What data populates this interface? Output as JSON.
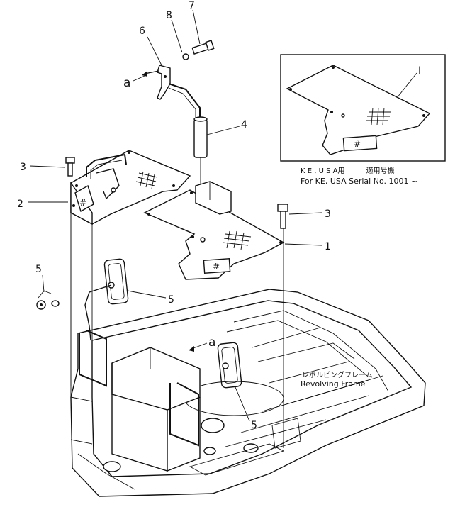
{
  "callouts": {
    "c1": "1",
    "c2": "2",
    "c3a": "3",
    "c3b": "3",
    "c4": "4",
    "c5a": "5",
    "c5b": "5",
    "c5c": "5",
    "c6": "6",
    "c7": "7",
    "c8": "8",
    "a_top": "a",
    "a_mid": "a",
    "inset_I": "I"
  },
  "inset": {
    "note_jp": "K E , U S A用　　　適用号機",
    "note_en": "For KE, USA Serial No. 1001 ~"
  },
  "frame_label": {
    "jp": "レボルビングフレーム",
    "en": "Revolving  Frame"
  }
}
